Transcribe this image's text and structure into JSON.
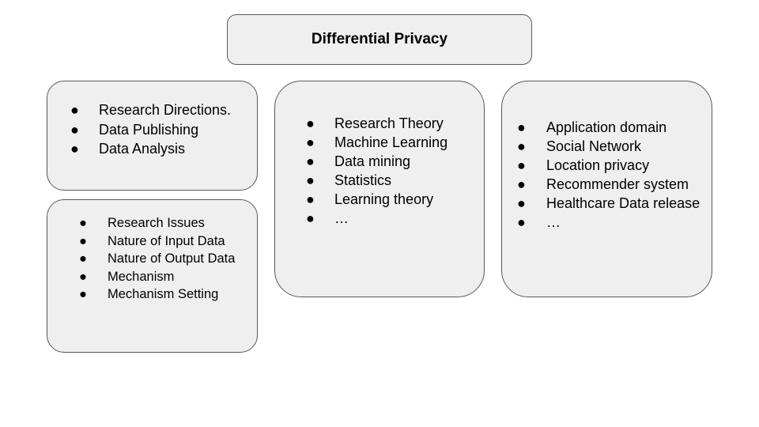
{
  "title": "Differential Privacy",
  "bullet_glyph": "●",
  "boxes": {
    "directions": {
      "items": [
        "Research Directions.",
        "Data Publishing",
        "Data Analysis"
      ]
    },
    "issues": {
      "items": [
        "Research Issues",
        "Nature of Input Data",
        "Nature of Output Data",
        "Mechanism",
        "Mechanism Setting"
      ]
    },
    "theory": {
      "items": [
        "Research Theory",
        "Machine Learning",
        "Data mining",
        "Statistics",
        "Learning theory",
        "…"
      ]
    },
    "application": {
      "items": [
        "Application domain",
        "Social Network",
        "Location privacy",
        "Recommender system",
        "Healthcare Data release",
        "…"
      ]
    }
  }
}
